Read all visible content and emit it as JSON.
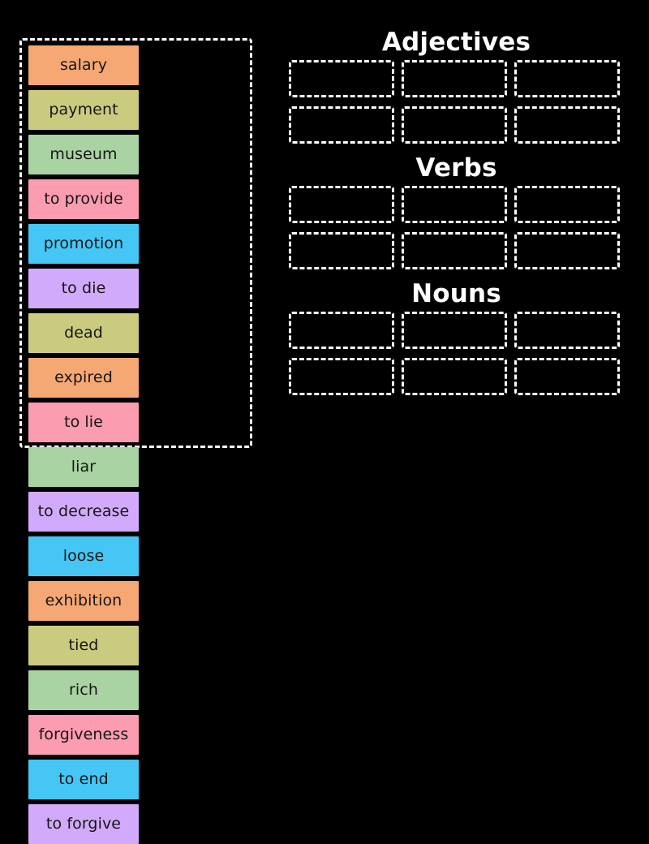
{
  "app": {
    "type": "drag-and-drop-sorting-activity",
    "background_color": "#000000"
  },
  "palette": {
    "orange": "#F5A873",
    "olive": "#CBCB80",
    "green": "#A9D3A2",
    "pink": "#FB9CB1",
    "blue": "#45C6F5",
    "purple": "#D2AAFB",
    "text": "#161616",
    "border": "#FFFFFF"
  },
  "word_bank": {
    "name": "word-bank",
    "tiles": [
      {
        "label": "salary",
        "color": "#F5A873"
      },
      {
        "label": "payment",
        "color": "#CBCB80"
      },
      {
        "label": "museum",
        "color": "#A9D3A2"
      },
      {
        "label": "to provide",
        "color": "#FB9CB1"
      },
      {
        "label": "promotion",
        "color": "#45C6F5"
      },
      {
        "label": "to die",
        "color": "#D2AAFB"
      },
      {
        "label": "dead",
        "color": "#CBCB80"
      },
      {
        "label": "expired",
        "color": "#F5A873"
      },
      {
        "label": "to lie",
        "color": "#FB9CB1"
      },
      {
        "label": "liar",
        "color": "#A9D3A2"
      },
      {
        "label": "to decrease",
        "color": "#D2AAFB"
      },
      {
        "label": "loose",
        "color": "#45C6F5"
      },
      {
        "label": "exhibition",
        "color": "#F5A873"
      },
      {
        "label": "tied",
        "color": "#CBCB80"
      },
      {
        "label": "rich",
        "color": "#A9D3A2"
      },
      {
        "label": "forgiveness",
        "color": "#FB9CB1"
      },
      {
        "label": "to end",
        "color": "#45C6F5"
      },
      {
        "label": "to forgive",
        "color": "#D2AAFB"
      }
    ]
  },
  "categories": [
    {
      "title": "Adjectives",
      "slot_count": 6,
      "slots": [
        "",
        "",
        "",
        "",
        "",
        ""
      ]
    },
    {
      "title": "Verbs",
      "slot_count": 6,
      "slots": [
        "",
        "",
        "",
        "",
        "",
        ""
      ]
    },
    {
      "title": "Nouns",
      "slot_count": 6,
      "slots": [
        "",
        "",
        "",
        "",
        "",
        ""
      ]
    }
  ]
}
